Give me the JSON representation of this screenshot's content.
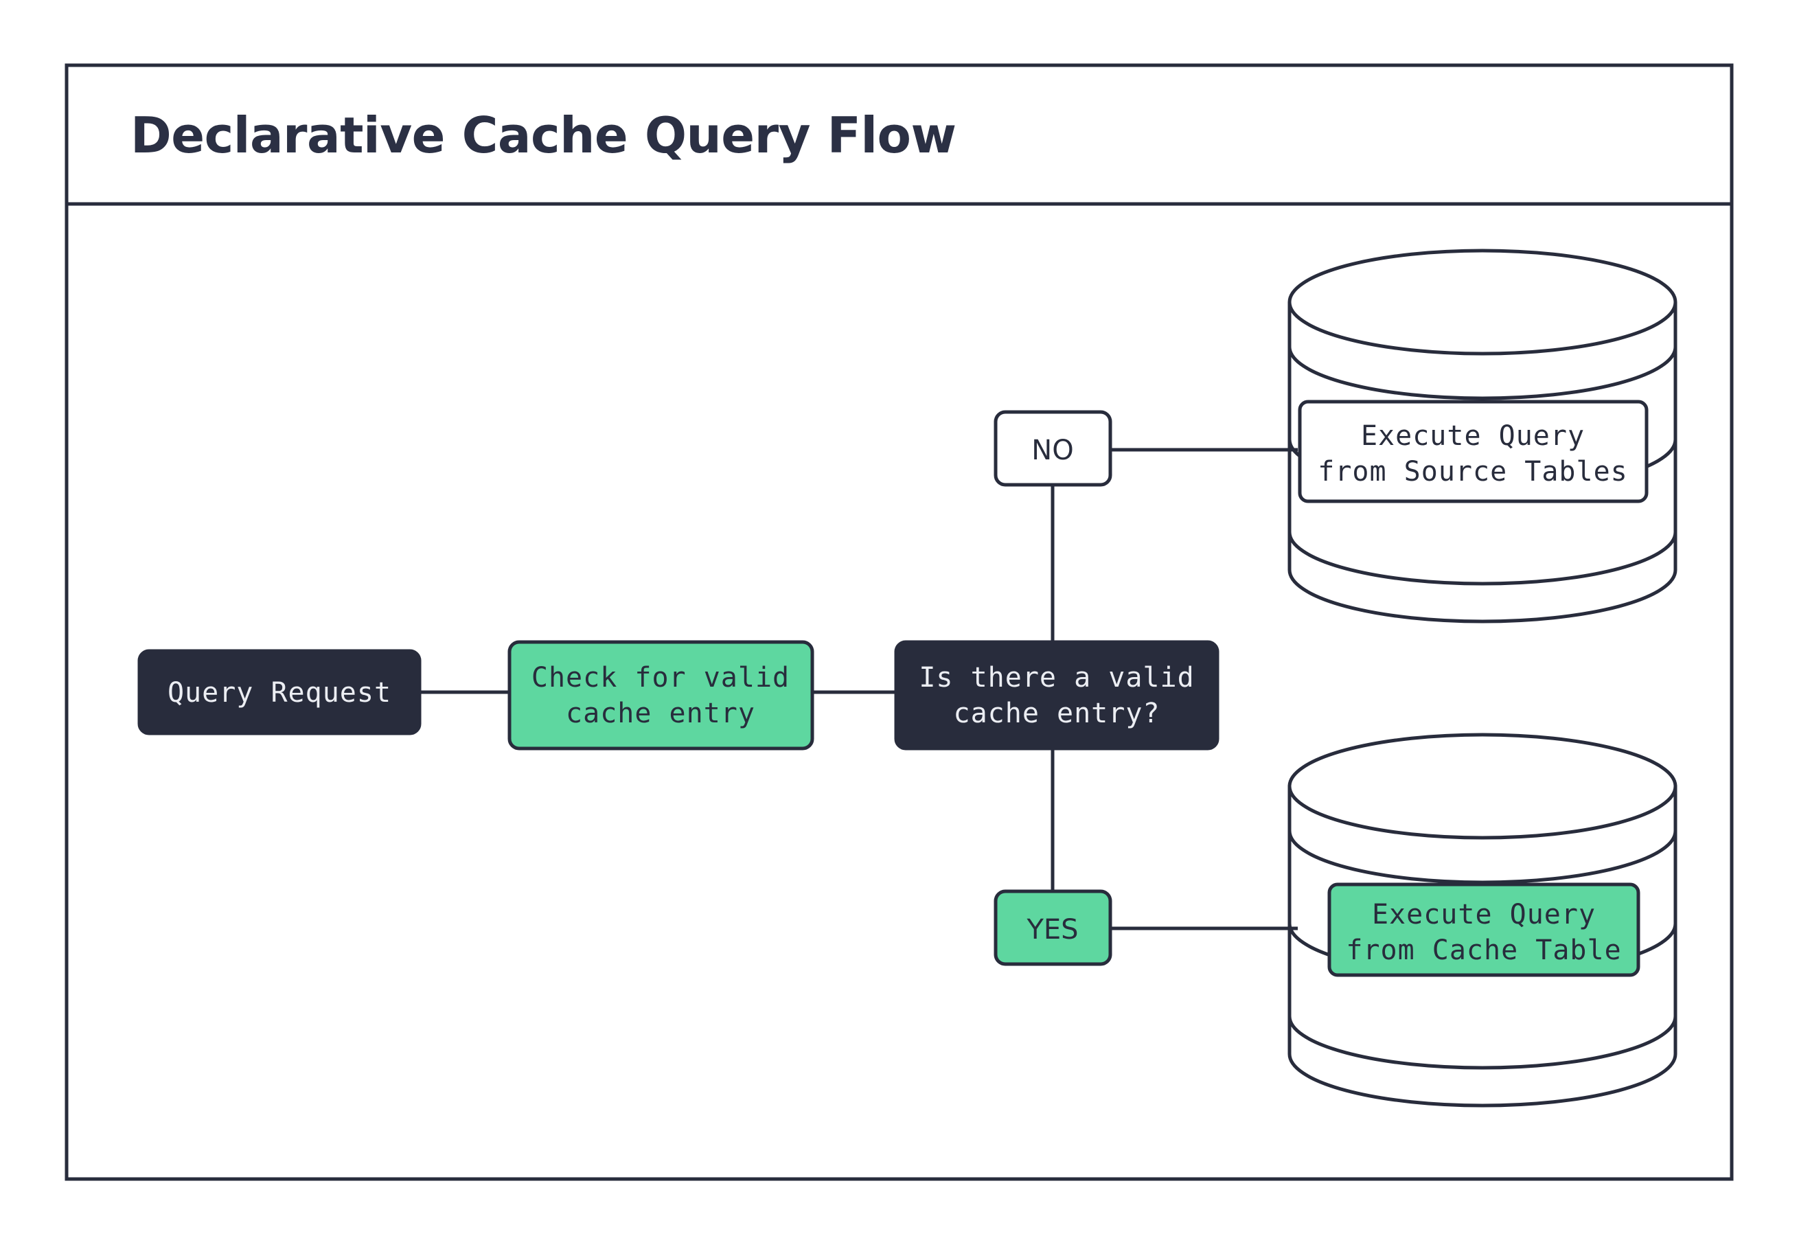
{
  "page": {
    "background_color": "#ffffff",
    "border_color": "#282c3c"
  },
  "header": {
    "title": "Declarative Cache Query Flow"
  },
  "theme": {
    "dark": "#282c3c",
    "green": "#5ed7a0",
    "white": "#ffffff",
    "text_on_dark": "#eceef3",
    "text_on_light": "#282c3c"
  },
  "diagram": {
    "type": "flowchart",
    "nodes": [
      {
        "id": "query-request",
        "label": "Query Request",
        "shape": "rounded-rect",
        "fill": "dark"
      },
      {
        "id": "check-cache",
        "label_line1": "Check for valid",
        "label_line2": "cache entry",
        "shape": "rounded-rect",
        "fill": "green"
      },
      {
        "id": "decision-valid-cache",
        "label_line1": "Is there a valid",
        "label_line2": "cache entry?",
        "shape": "rounded-rect",
        "fill": "dark"
      },
      {
        "id": "branch-no",
        "label": "NO",
        "shape": "rounded-rect",
        "fill": "white"
      },
      {
        "id": "branch-yes",
        "label": "YES",
        "shape": "rounded-rect",
        "fill": "green"
      },
      {
        "id": "source-tables-db",
        "label_line1": "Execute Query",
        "label_line2": "from Source Tables",
        "shape": "database-cylinder",
        "fill": "white"
      },
      {
        "id": "cache-table-db",
        "label_line1": "Execute Query",
        "label_line2": "from Cache Table",
        "shape": "database-cylinder",
        "fill": "green"
      }
    ],
    "edges": [
      {
        "from": "query-request",
        "to": "check-cache",
        "label": ""
      },
      {
        "from": "check-cache",
        "to": "decision-valid-cache",
        "label": ""
      },
      {
        "from": "decision-valid-cache",
        "to": "branch-no",
        "label": "NO"
      },
      {
        "from": "branch-no",
        "to": "source-tables-db",
        "label": ""
      },
      {
        "from": "decision-valid-cache",
        "to": "branch-yes",
        "label": "YES"
      },
      {
        "from": "branch-yes",
        "to": "cache-table-db",
        "label": ""
      }
    ]
  }
}
